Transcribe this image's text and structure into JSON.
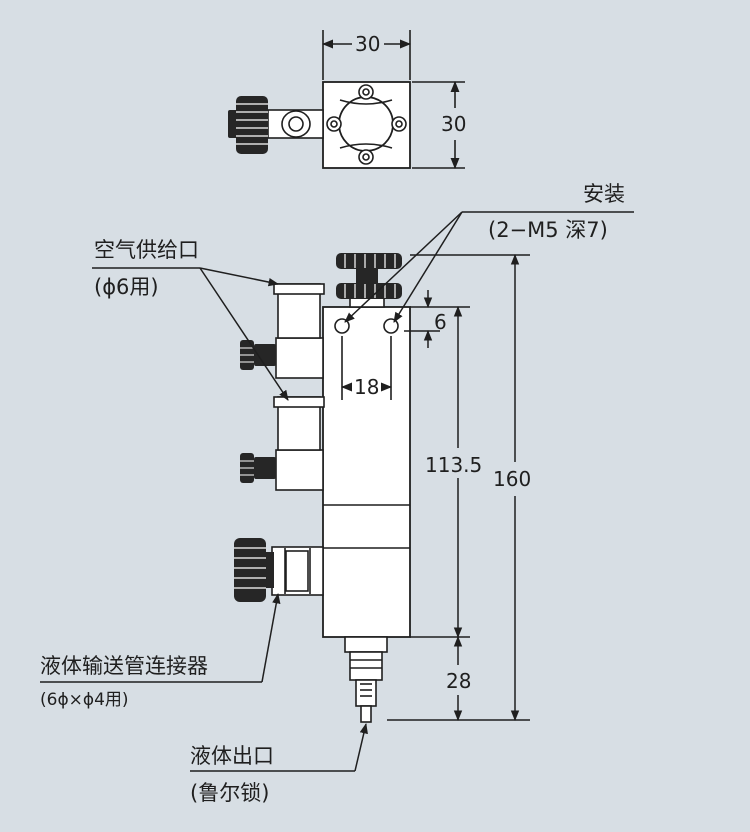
{
  "colors": {
    "background": "#d7dee4",
    "body_fill": "#ffffff",
    "line": "#1f1f1f",
    "dark_part": "#262626"
  },
  "dimensions": {
    "top_width": "30",
    "top_height": "30",
    "hole_depth": "6",
    "hole_spacing": "18",
    "body_length": "113.5",
    "total_length": "160",
    "nozzle_length": "28"
  },
  "labels": {
    "mount_title": "安装",
    "mount_spec": "(2−M5 深7)",
    "air_supply_title": "空气供给口",
    "air_supply_spec": "(ϕ6用)",
    "liquid_connector_title": "液体输送管连接器",
    "liquid_connector_spec": "(6ϕ×ϕ4用)",
    "liquid_outlet_title": "液体出口",
    "liquid_outlet_spec": "(鲁尔锁)"
  },
  "icons": {
    "knob_top": "knurled-knob-icon",
    "knob_side": "knurled-knob-icon",
    "fitting": "push-in-fitting-icon"
  }
}
